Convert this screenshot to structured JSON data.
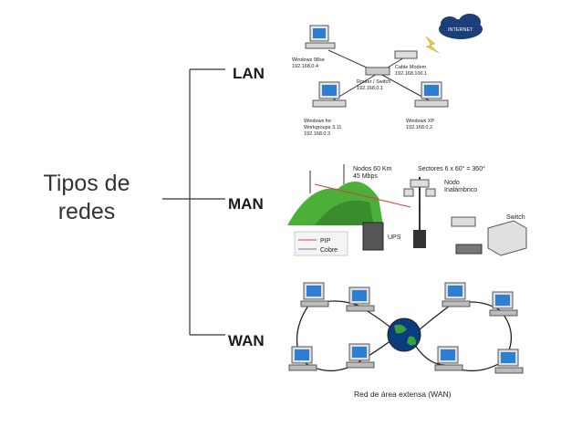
{
  "title": {
    "line1": "Tipos de",
    "line2": "redes"
  },
  "categories": {
    "lan": "LAN",
    "man": "MAN",
    "wan": "WAN"
  },
  "lan_diagram": {
    "internet": "INTERNET",
    "pc1_name": "Windows 98se",
    "pc1_ip": "192.168.0.4",
    "modem_name": "Cable Modem",
    "modem_ip": "192.168.100.1",
    "router_name": "Router / Switch",
    "router_ip": "192.168.0.1",
    "pc2_name_1": "Windows for",
    "pc2_name_2": "Workgroups 3.11",
    "pc2_ip": "192.168.0.3",
    "pc3_name": "Windows XP",
    "pc3_ip": "192.168.0.2"
  },
  "man_diagram": {
    "nodes": "Nodos 60 Km",
    "speed": "45 Mbps",
    "sectors": "Sectores 6 x 60° = 360°",
    "wireless_node_1": "Nodo",
    "wireless_node_2": "Inalámbrico",
    "switch": "Switch",
    "ups": "UPS",
    "legend_pip": "PIP",
    "legend_copper": "Cobre"
  },
  "wan_diagram": {
    "caption": "Red de área extensa (WAN)"
  },
  "colors": {
    "line": "#333333",
    "pc_screen": "#2d7fd3",
    "globe": "#0a3d80",
    "hill": "#4caf3a",
    "pip": "#d04040",
    "copper": "#b0b6c8"
  }
}
